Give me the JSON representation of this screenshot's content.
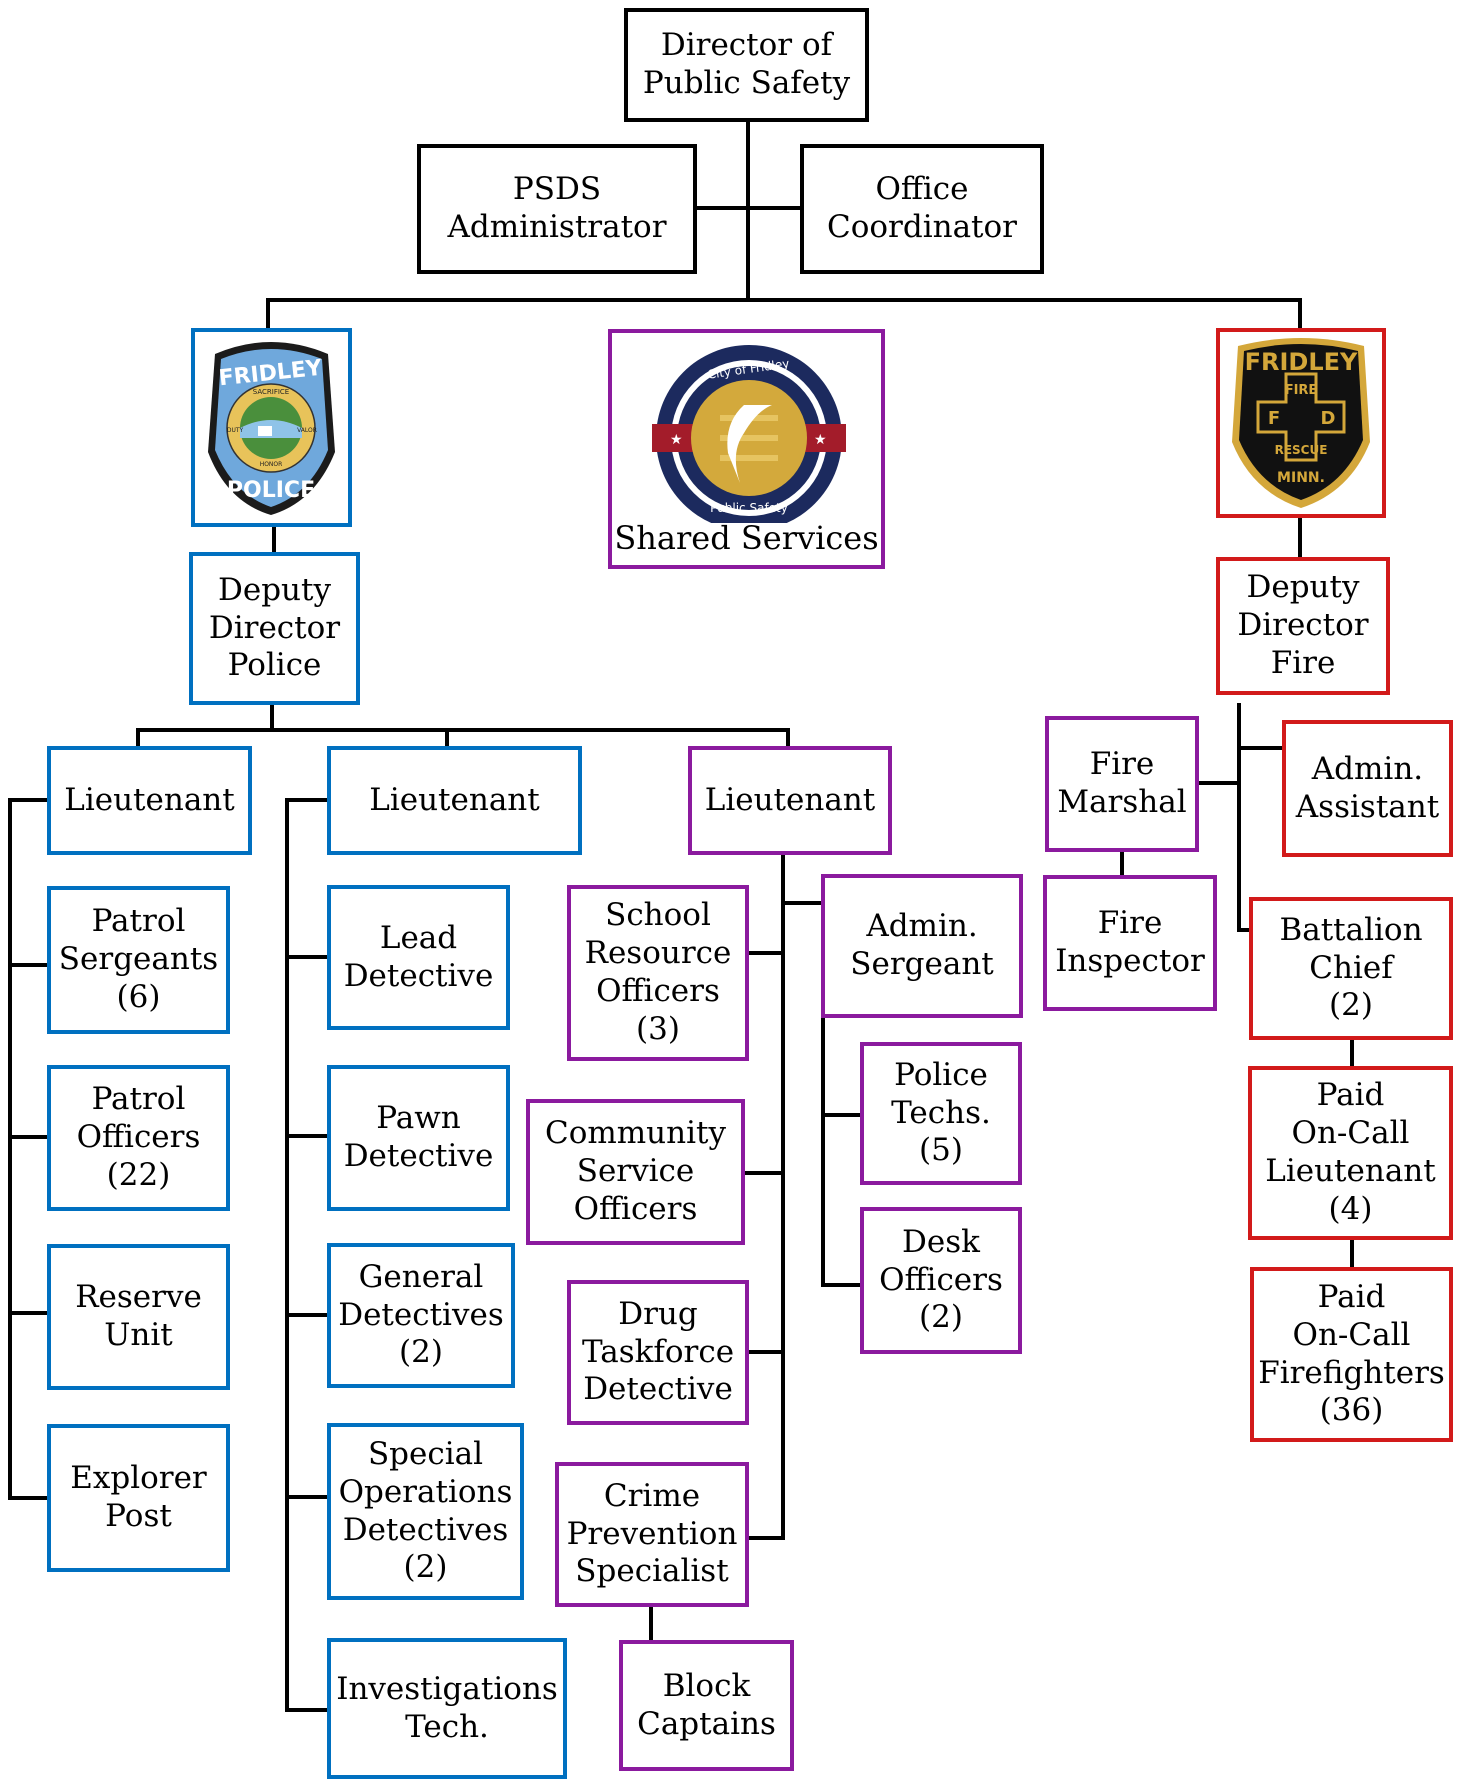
{
  "colors": {
    "connector": "#000000",
    "executive": "#000000",
    "police": "#0070c0",
    "shared": "#8b1a9e",
    "fire": "#d21a1a"
  },
  "executive": {
    "director": "Director of\nPublic Safety",
    "psds_admin": "PSDS\nAdministrator",
    "office_coordinator": "Office\nCoordinator"
  },
  "badges": {
    "police": {
      "top": "FRIDLEY",
      "bottom": "POLICE",
      "ring": [
        "SACRIFICE",
        "DUTY",
        "VALOR",
        "HONOR"
      ]
    },
    "shared": {
      "top": "City of Fridley",
      "bottom": "Public Safety",
      "caption": "Shared Services"
    },
    "fire": {
      "top": "FRIDLEY",
      "cross": [
        "FIRE",
        "F",
        "D",
        "RESCUE"
      ],
      "bottom": "MINN."
    }
  },
  "police": {
    "deputy": "Deputy\nDirector\nPolice",
    "lt_patrol": "Lieutenant",
    "patrol_sergeants": "Patrol\nSergeants\n(6)",
    "patrol_officers": "Patrol\nOfficers\n(22)",
    "reserve_unit": "Reserve\nUnit",
    "explorer_post": "Explorer\nPost",
    "lt_investigations": "Lieutenant",
    "lead_detective": "Lead\nDetective",
    "pawn_detective": "Pawn\nDetective",
    "general_detectives": "General\nDetectives\n(2)",
    "special_ops": "Special\nOperations\nDetectives\n(2)",
    "investigations_tech": "Investigations\nTech."
  },
  "shared": {
    "lt": "Lieutenant",
    "school_resource": "School\nResource\nOfficers\n(3)",
    "community_service": "Community\nService\nOfficers",
    "drug_taskforce": "Drug\nTaskforce\nDetective",
    "crime_prevention": "Crime\nPrevention\nSpecialist",
    "block_captains": "Block\nCaptains",
    "admin_sergeant": "Admin.\nSergeant",
    "police_techs": "Police\nTechs.\n(5)",
    "desk_officers": "Desk\nOfficers\n(2)"
  },
  "fire": {
    "deputy": "Deputy\nDirector\nFire",
    "fire_marshal": "Fire\nMarshal",
    "fire_inspector": "Fire\nInspector",
    "admin_assistant": "Admin.\nAssistant",
    "battalion_chief": "Battalion\nChief\n(2)",
    "poc_lieutenant": "Paid\nOn-Call\nLieutenant\n(4)",
    "poc_firefighters": "Paid\nOn-Call\nFirefighters\n(36)"
  }
}
